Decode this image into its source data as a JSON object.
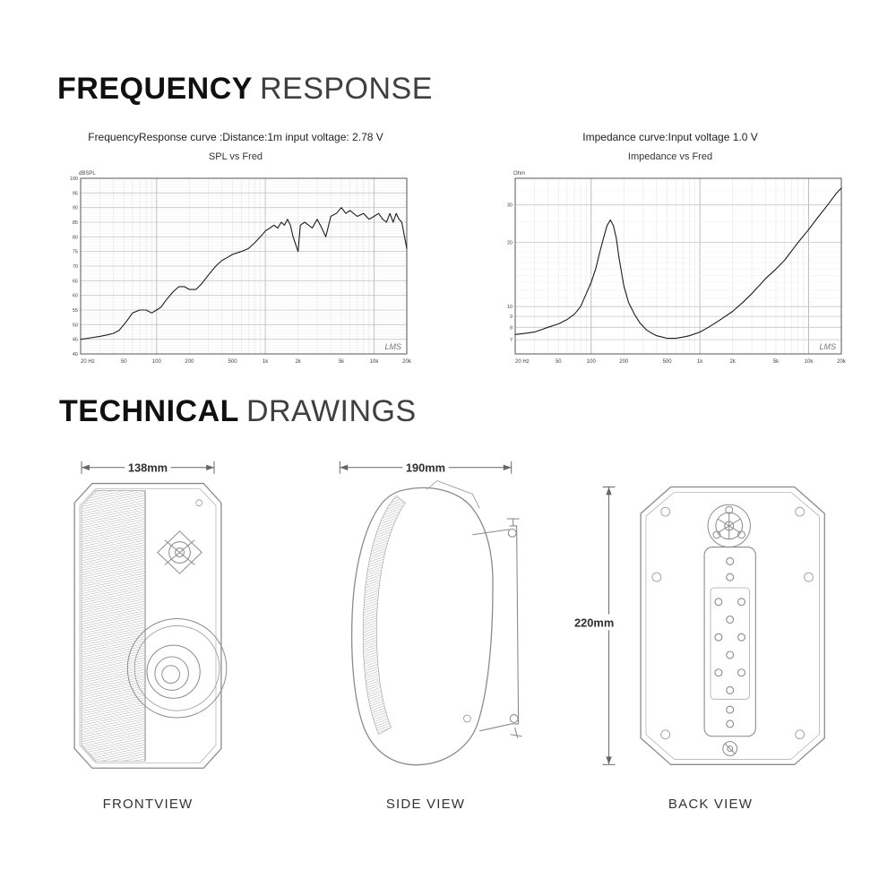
{
  "headings": {
    "frequency_bold": "FREQUENCY",
    "frequency_rest": "RESPONSE",
    "technical_bold": "TECHNICAL",
    "technical_rest": "DRAWINGS"
  },
  "charts": {
    "spl": {
      "caption": "FrequencyResponse curve :Distance:1m input voltage: 2.78 V",
      "subtitle": "SPL  vs  Fred"
    },
    "impedance": {
      "caption": "Impedance curve:Input voltage 1.0 V",
      "subtitle": "Impedance  vs  Fred"
    }
  },
  "chart_data": [
    {
      "type": "line",
      "title": "SPL vs Fred",
      "xlabel": "Hz",
      "ylabel": "dBSPL",
      "watermark": "LMS",
      "x_scale": "log",
      "xlim": [
        20,
        20000
      ],
      "ylim": [
        40,
        100
      ],
      "y_minor_step": 1,
      "y_major_step": 5,
      "x_tick_vals": [
        20,
        50,
        100,
        200,
        500,
        1000,
        2000,
        5000,
        10000,
        20000
      ],
      "x_tick_labels": [
        "20 Hz",
        "50",
        "100",
        "200",
        "500",
        "1k",
        "2k",
        "5k",
        "10k",
        "20k"
      ],
      "y_tick_vals": [
        40,
        45,
        50,
        55,
        60,
        65,
        70,
        75,
        80,
        85,
        90,
        95,
        100
      ],
      "grid": true,
      "legend": false,
      "series": [
        {
          "name": "SPL",
          "x": [
            20,
            25,
            30,
            35,
            40,
            45,
            50,
            55,
            60,
            70,
            80,
            90,
            100,
            110,
            120,
            140,
            160,
            180,
            200,
            230,
            260,
            300,
            350,
            400,
            450,
            500,
            600,
            700,
            800,
            900,
            1000,
            1100,
            1200,
            1300,
            1400,
            1500,
            1600,
            1700,
            1800,
            2000,
            2100,
            2300,
            2500,
            2700,
            3000,
            3300,
            3600,
            4000,
            4500,
            5000,
            5500,
            6000,
            7000,
            8000,
            9000,
            10000,
            11000,
            12000,
            13000,
            14000,
            15000,
            16000,
            17000,
            18000,
            20000
          ],
          "y": [
            45,
            45.5,
            46,
            46.5,
            47,
            48,
            50,
            52,
            54,
            55,
            55,
            54,
            55,
            56,
            58,
            61,
            63,
            63,
            62,
            62,
            64,
            67,
            70,
            72,
            73,
            74,
            75,
            76,
            78,
            80,
            82,
            83,
            84,
            83,
            85,
            84,
            86,
            84,
            80,
            75,
            84,
            85,
            84,
            83,
            86,
            83,
            80,
            87,
            88,
            90,
            88,
            89,
            87,
            88,
            86,
            87,
            88,
            86,
            85,
            88,
            85,
            88,
            86,
            85,
            76
          ]
        }
      ]
    },
    {
      "type": "line",
      "title": "Impedance vs Fred",
      "xlabel": "Hz",
      "ylabel": "Ohm",
      "watermark": "LMS",
      "x_scale": "log",
      "y_scale": "log",
      "xlim": [
        20,
        20000
      ],
      "ylim": [
        6,
        40
      ],
      "y_grid_minor": [
        6,
        7,
        8,
        9,
        10,
        11,
        12,
        13,
        14,
        15,
        16,
        17,
        18,
        19,
        20,
        25,
        30,
        35,
        40
      ],
      "y_grid_major": [
        7,
        8,
        9,
        10,
        20,
        30,
        40
      ],
      "x_tick_vals": [
        20,
        50,
        100,
        200,
        500,
        1000,
        2000,
        5000,
        10000,
        20000
      ],
      "x_tick_labels": [
        "20 Hz",
        "50",
        "100",
        "200",
        "500",
        "1k",
        "2k",
        "5k",
        "10k",
        "20k"
      ],
      "y_tick_vals": [
        7,
        8,
        9,
        10,
        20,
        30
      ],
      "grid": true,
      "legend": false,
      "series": [
        {
          "name": "Impedance",
          "x": [
            20,
            25,
            30,
            35,
            40,
            50,
            60,
            70,
            80,
            90,
            100,
            110,
            120,
            130,
            140,
            150,
            160,
            170,
            180,
            200,
            220,
            250,
            280,
            320,
            360,
            400,
            450,
            500,
            600,
            700,
            800,
            1000,
            1200,
            1500,
            2000,
            2500,
            3000,
            4000,
            5000,
            6000,
            8000,
            10000,
            12000,
            15000,
            18000,
            20000
          ],
          "y": [
            7.4,
            7.5,
            7.6,
            7.8,
            8.0,
            8.3,
            8.7,
            9.2,
            10,
            11.5,
            13,
            15,
            18,
            21,
            24,
            25.5,
            24,
            21,
            17,
            12.5,
            10.5,
            9.2,
            8.4,
            7.8,
            7.5,
            7.3,
            7.2,
            7.1,
            7.1,
            7.2,
            7.3,
            7.6,
            8.0,
            8.6,
            9.5,
            10.5,
            11.5,
            13.5,
            15,
            16.5,
            20,
            23,
            26,
            30,
            34,
            36
          ]
        }
      ]
    }
  ],
  "drawings": {
    "front": {
      "dim": "138mm",
      "label": "FRONTVIEW"
    },
    "side": {
      "dim": "190mm",
      "label": "SIDE VIEW"
    },
    "back": {
      "dim": "220mm",
      "label": "BACK VIEW"
    }
  }
}
